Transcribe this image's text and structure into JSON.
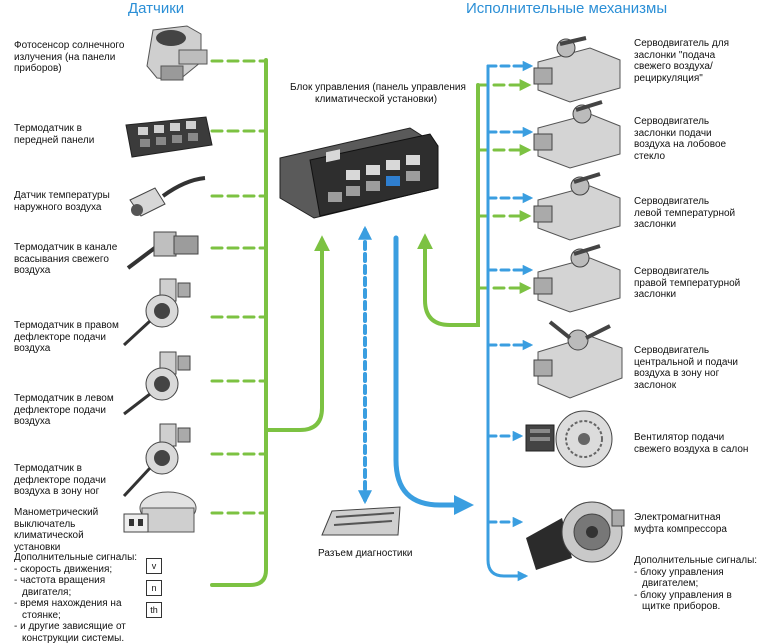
{
  "headers": {
    "sensors": "Датчики",
    "actuators": "Исполнительные механизмы"
  },
  "control_unit": {
    "lines": [
      "Блок управления (панель управления",
      "климатической установки)"
    ]
  },
  "diagnostics_label": "Разъем диагностики",
  "sensors": [
    {
      "lines": [
        "Фотосенсор солнечного",
        "излучения (на панели",
        "приборов)"
      ]
    },
    {
      "lines": [
        "Термодатчик в",
        "передней панели"
      ]
    },
    {
      "lines": [
        "Датчик температуры",
        "наружного воздуха"
      ]
    },
    {
      "lines": [
        "Термодатчик в канале",
        "всасывания свежего",
        "воздуха"
      ]
    },
    {
      "lines": [
        "Термодатчик в правом",
        "дефлекторе подачи",
        "воздуха"
      ]
    },
    {
      "lines": [
        "Термодатчик в левом",
        "дефлекторе подачи",
        "воздуха"
      ]
    },
    {
      "lines": [
        "Термодатчик в",
        "дефлекторе подачи",
        "воздуха в зону ног"
      ]
    },
    {
      "lines": [
        "Манометрический",
        "выключатель",
        "климатической",
        "установки"
      ]
    }
  ],
  "extra_inputs": {
    "lines": [
      "Дополнительные сигналы:",
      "- скорость движения;",
      "- частота вращения",
      "двигателя;",
      "- время нахождения на",
      "стоянке;",
      "- и другие зависящие от",
      "конструкции системы."
    ],
    "symbols": [
      "v",
      "n",
      "th"
    ]
  },
  "actuators": [
    {
      "lines": [
        "Серводвигатель для",
        "заслонки \"подача",
        "свежего воздуха/",
        "рециркуляция\""
      ]
    },
    {
      "lines": [
        "Серводвигатель",
        "заслонки подачи",
        "воздуха на лобовое",
        "стекло"
      ]
    },
    {
      "lines": [
        "Серводвигатель",
        "левой температурной",
        "заслонки"
      ]
    },
    {
      "lines": [
        "Серводвигатель",
        "правой температурной",
        "заслонки"
      ]
    },
    {
      "lines": [
        "Серводвигатель",
        "центральной и подачи",
        "воздуха в зону ног",
        "заслонок"
      ]
    },
    {
      "lines": [
        "Вентилятор подачи",
        "свежего воздуха в салон"
      ]
    },
    {
      "lines": [
        "Электромагнитная",
        "муфта компрессора"
      ]
    }
  ],
  "extra_outputs": {
    "lines": [
      "Дополнительные сигналы:",
      "- блоку управления",
      "двигателем;",
      "- блоку управления в",
      "щитке приборов."
    ]
  },
  "colors": {
    "sensor_flow": "#7cc242",
    "actuator_flow": "#3a9ee0",
    "header": "#2b8fd6",
    "device_fill": "#d9d9d9",
    "device_dark": "#3a3a3a"
  }
}
